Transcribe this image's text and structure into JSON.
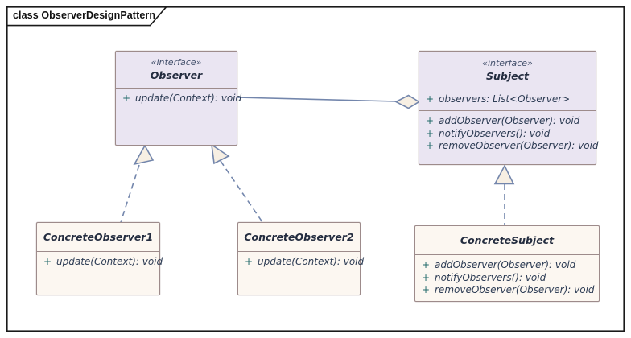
{
  "diagram": {
    "frame_title": "class ObserverDesignPattern",
    "classes": {
      "observer": {
        "stereotype": "«interface»",
        "name": "Observer",
        "operations": [
          {
            "visibility": "+",
            "signature": "update(Context): void"
          }
        ]
      },
      "subject": {
        "stereotype": "«interface»",
        "name": "Subject",
        "attributes": [
          {
            "visibility": "+",
            "signature": "observers: List<Observer>"
          }
        ],
        "operations": [
          {
            "visibility": "+",
            "signature": "addObserver(Observer): void"
          },
          {
            "visibility": "+",
            "signature": "notifyObservers(): void"
          },
          {
            "visibility": "+",
            "signature": "removeObserver(Observer): void"
          }
        ]
      },
      "concrete_observer1": {
        "name": "ConcreteObserver1",
        "operations": [
          {
            "visibility": "+",
            "signature": "update(Context): void"
          }
        ]
      },
      "concrete_observer2": {
        "name": "ConcreteObserver2",
        "operations": [
          {
            "visibility": "+",
            "signature": "update(Context): void"
          }
        ]
      },
      "concrete_subject": {
        "name": "ConcreteSubject",
        "operations": [
          {
            "visibility": "+",
            "signature": "addObserver(Observer): void"
          },
          {
            "visibility": "+",
            "signature": "notifyObservers(): void"
          },
          {
            "visibility": "+",
            "signature": "removeObserver(Observer): void"
          }
        ]
      }
    },
    "relationships": [
      {
        "from": "Observer",
        "to": "Subject",
        "type": "aggregation"
      },
      {
        "from": "ConcreteObserver1",
        "to": "Observer",
        "type": "realization"
      },
      {
        "from": "ConcreteObserver2",
        "to": "Observer",
        "type": "realization"
      },
      {
        "from": "ConcreteSubject",
        "to": "Subject",
        "type": "realization"
      }
    ],
    "colors": {
      "interface_fill": "#eae5f2",
      "class_fill": "#fcf7f1",
      "box_border": "#9d8b8b",
      "connector": "#7386ac",
      "arrowhead_fill": "#f7efe3",
      "member_text": "#2e3d55",
      "visibility_marker": "#226a6a",
      "frame_border": "#1a1a1a"
    }
  }
}
